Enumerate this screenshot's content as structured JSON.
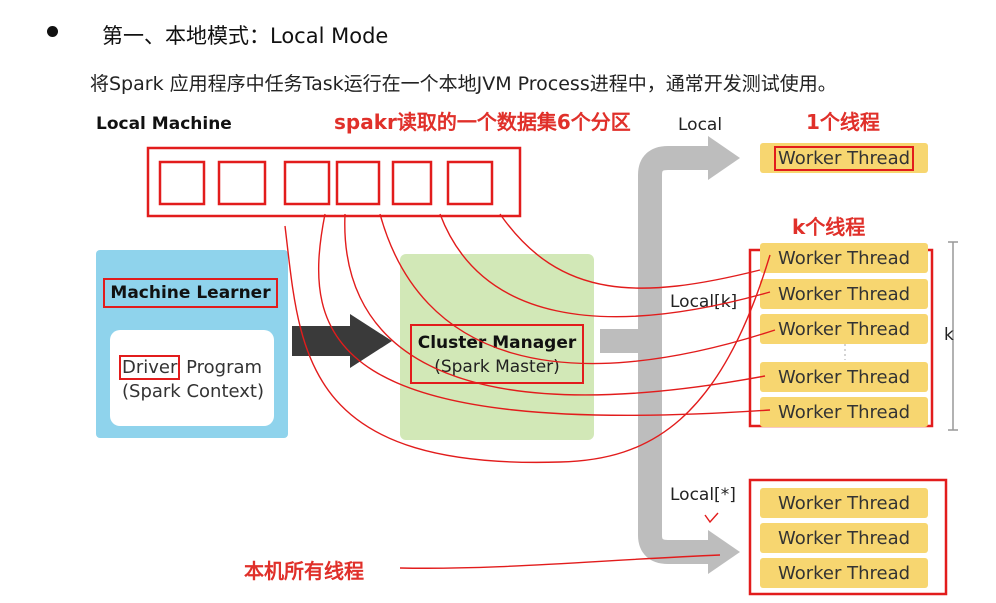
{
  "heading": "第一、本地模式：Local Mode",
  "description": "将Spark  应用程序中任务Task运行在一个本地JVM Process进程中，通常开发测试使用。",
  "diagram": {
    "local_machine": "Local Machine",
    "machine_learner": "Machine Learner",
    "driver_word": "Driver",
    "driver_rest": " Program",
    "spark_context": "(Spark Context)",
    "cluster_manager": "Cluster Manager",
    "spark_master": "(Spark Master)",
    "modes": {
      "local": "Local",
      "local_k": "Local[k]",
      "local_star": "Local[*]"
    },
    "k_axis": "k",
    "worker_thread": "Worker Thread",
    "annotations": {
      "partitions": "spakr读取的一个数据集6个分区",
      "one_thread": "1个线程",
      "k_threads": "k个线程",
      "all_threads": "本机所有线程"
    }
  },
  "colors": {
    "red": "#e21c1c",
    "machine_blue": "#8fd3ec",
    "manager_green": "#d2e8b7",
    "worker_yellow": "#f7d670",
    "arrow_gray": "#b8b8b8"
  }
}
